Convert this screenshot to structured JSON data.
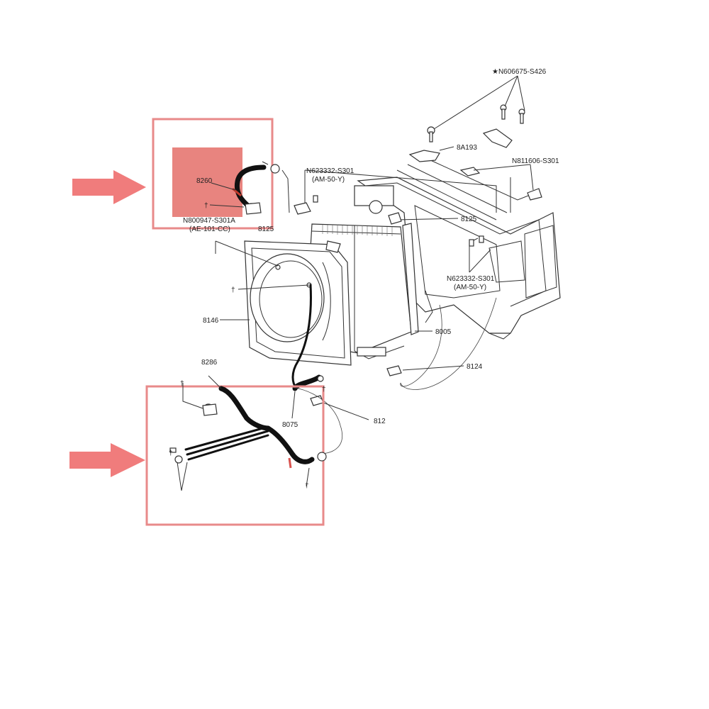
{
  "labels": {
    "n606675": "★N606675-S426",
    "p8a193": "8A193",
    "n811606": "N811606-S301",
    "n623332_top": "N623332-S301",
    "am50_top": "(AM-50-Y)",
    "p8260": "8260",
    "dagger_top": "†",
    "n800947": "N800947-S301A",
    "ae101": "(AE-101-CC)",
    "p8125_left": "8125",
    "p8125_right": "8125",
    "n623332_right": "N623332-S301",
    "am50_right": "(AM-50-Y)",
    "dagger_fan": "†",
    "p8146": "8146",
    "p8005": "8005",
    "p8124_right": "8124",
    "p8286": "8286",
    "dagger_lower_top": "†",
    "dagger_lower_mid": "†",
    "p8075": "8075",
    "p8124_lower": "812",
    "dagger_lower_left": "†",
    "dagger_lower_bottom": "†"
  },
  "colors": {
    "highlight_box": "#e88a8a",
    "highlight_fill": "#e8847f",
    "arrow": "#f07c7c",
    "line": "#333333"
  }
}
